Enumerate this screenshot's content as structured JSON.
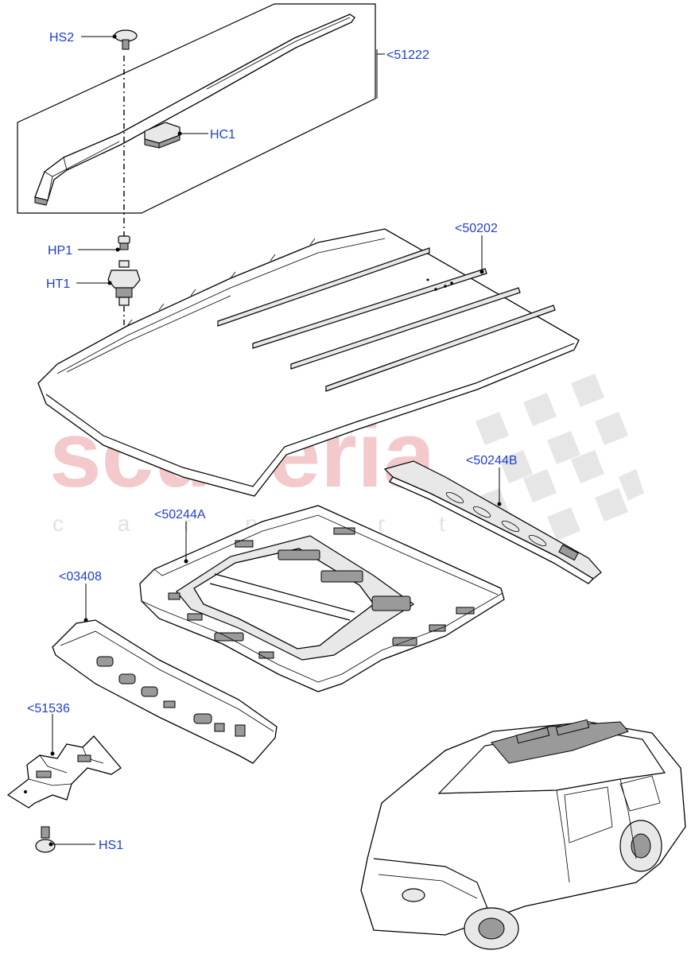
{
  "watermark": {
    "brand": "scuderia",
    "tagline": "c a r p a r t s"
  },
  "callouts": {
    "hs2": "HS2",
    "p51222": "<51222",
    "hc1": "HC1",
    "p50202": "<50202",
    "hp1": "HP1",
    "ht1": "HT1",
    "p50244b": "<50244B",
    "p50244a": "<50244A",
    "p03408": "<03408",
    "p51536": "<51536",
    "hs1": "HS1"
  },
  "colors": {
    "callout_text": "#1d3fd0",
    "watermark_red": "#f3c9cc",
    "watermark_grey": "#e2e2e2"
  }
}
